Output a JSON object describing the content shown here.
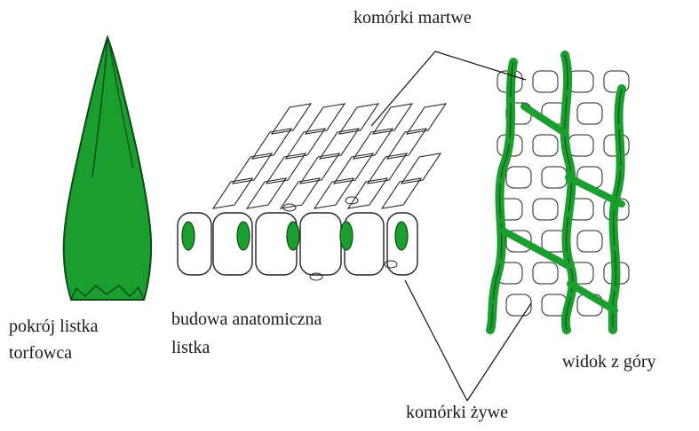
{
  "labels": {
    "dead_cells": "komórki martwe",
    "living_cells": "komórki żywe",
    "leaf_shape_line1": "pokrój listka",
    "leaf_shape_line2": "torfowca",
    "anatomy_line1": "budowa anatomiczna",
    "anatomy_line2": "listka",
    "top_view": "widok z góry"
  },
  "colors": {
    "leaf_green": "#1a9e2e",
    "leaf_dark": "#0c4a16",
    "cell_outline": "#222222",
    "line": "#111111"
  }
}
